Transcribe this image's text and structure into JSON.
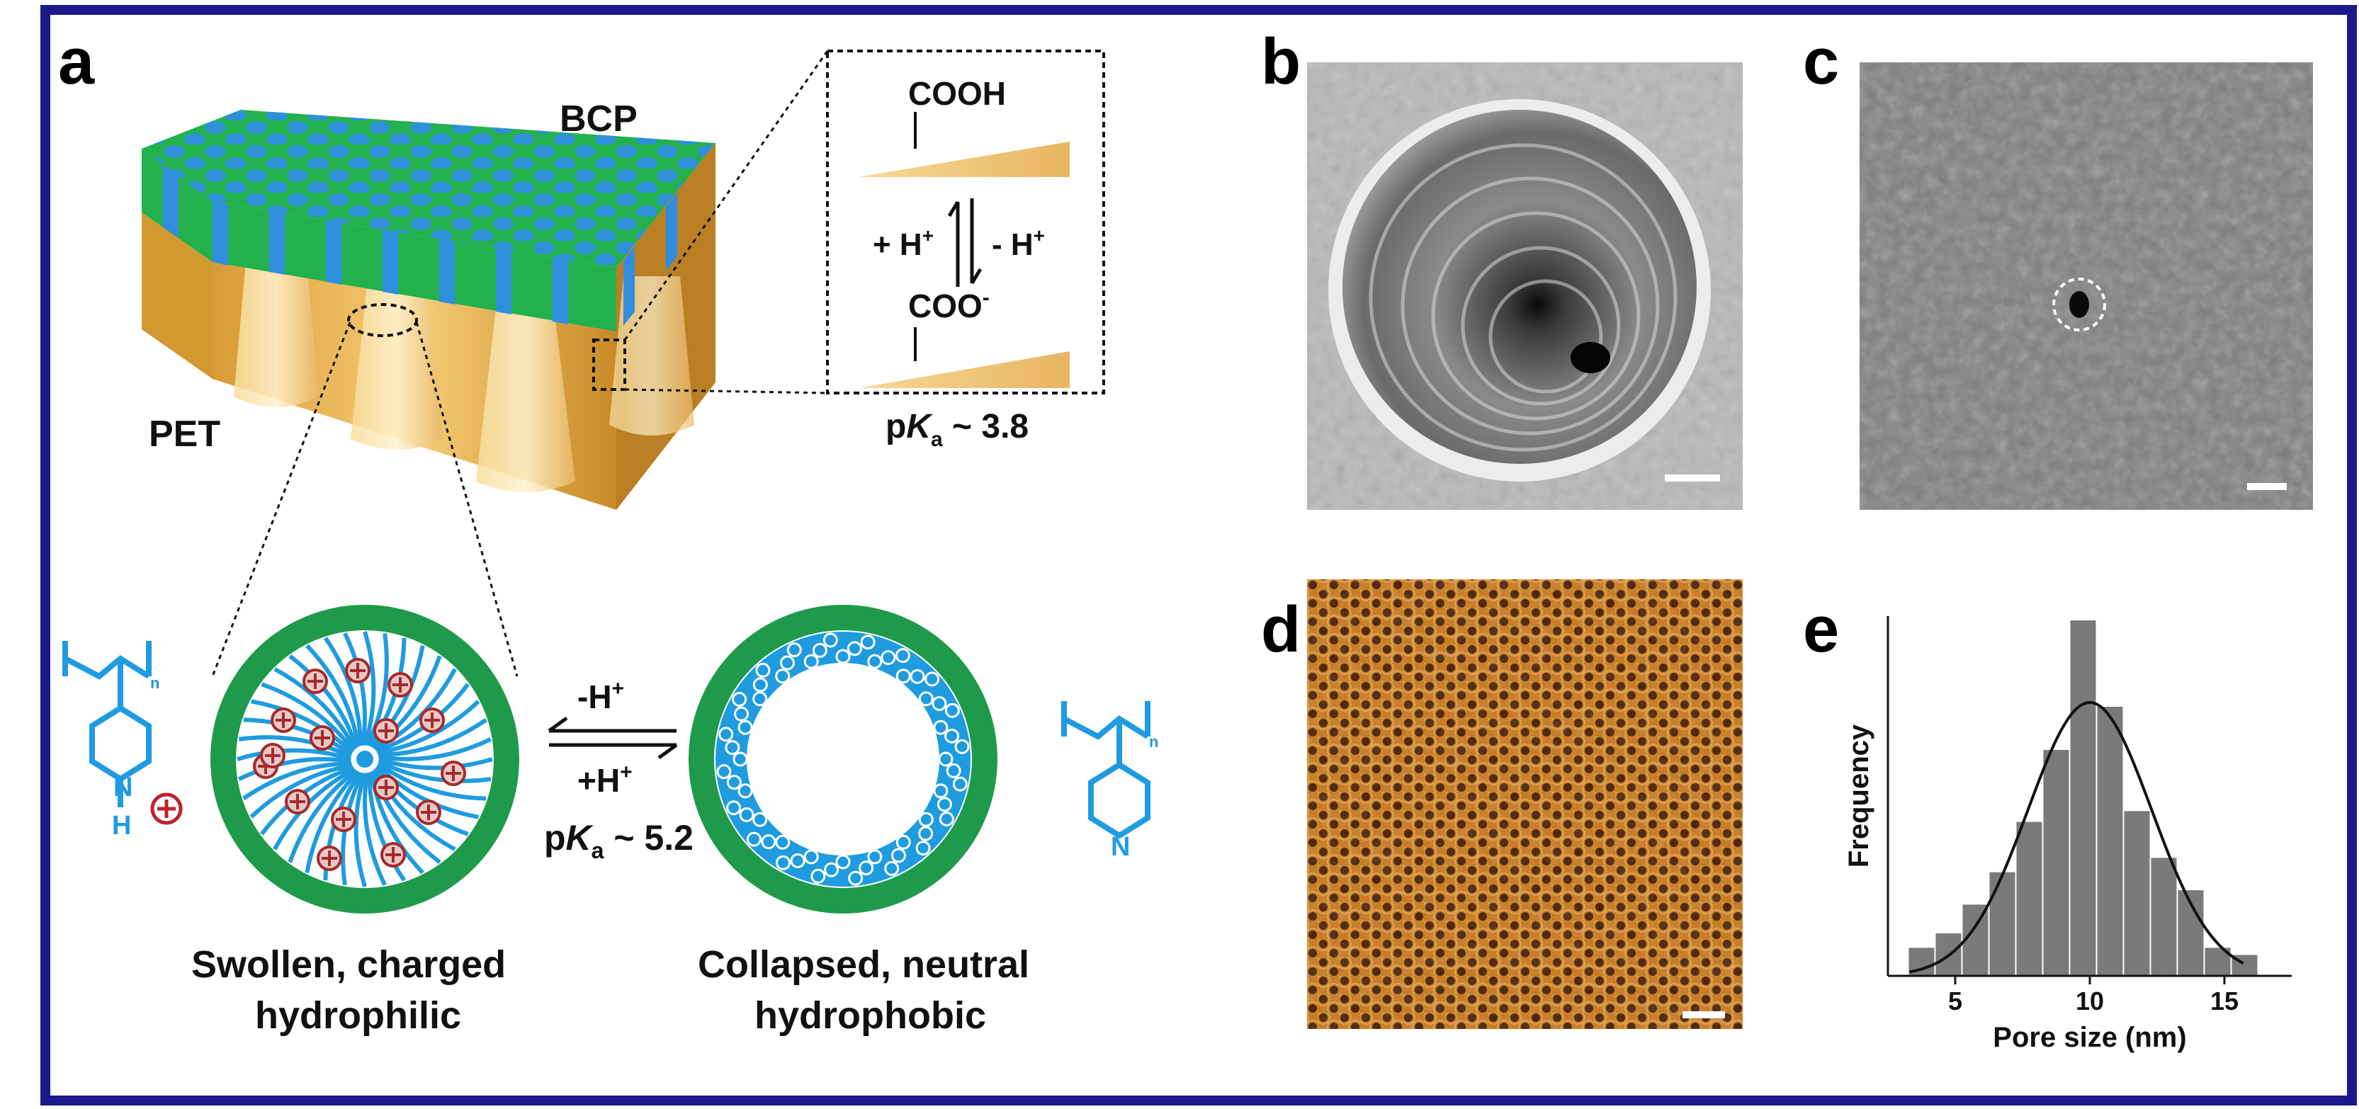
{
  "panels": {
    "a": {
      "letter": "a",
      "layer_top": "BCP",
      "layer_bottom": "PET",
      "inset": {
        "top_group": "COOH",
        "bottom_group": "COO",
        "bottom_superscript": "-",
        "forward_left": "+ H",
        "forward_left_sup": "+",
        "reverse_right": "- H",
        "reverse_right_sup": "+",
        "pka_prefix": "p",
        "pka_italic": "K",
        "pka_sub": "a",
        "pka_value": " ~ 3.8"
      },
      "equilibrium": {
        "top_label": "-H",
        "top_sup": "+",
        "bottom_label": "+H",
        "bottom_sup": "+",
        "pka_prefix": "p",
        "pka_italic": "K",
        "pka_sub": "a",
        "pka_value": " ~ 5.2"
      },
      "state_left": {
        "line1": "Swollen, charged",
        "line2": "hydrophilic"
      },
      "state_right": {
        "line1": "Collapsed, neutral",
        "line2": "hydrophobic"
      },
      "subscript_n": "n"
    },
    "b": {
      "letter": "b"
    },
    "c": {
      "letter": "c"
    },
    "d": {
      "letter": "d"
    },
    "e": {
      "letter": "e"
    }
  },
  "colors": {
    "frame": "#1a1a8c",
    "bcp_green": "#22b14c",
    "pore_blue": "#2f8fde",
    "pet_gold": "#e8b04a",
    "ring_green": "#1e9a4a",
    "brush_blue": "#1f9be0",
    "charge_red": "#a52a2a"
  },
  "chart_data": {
    "type": "bar",
    "title": "",
    "xlabel": "Pore size (nm)",
    "ylabel": "Frequency",
    "x_ticks": [
      5,
      10,
      15
    ],
    "xlim": [
      2.5,
      17.5
    ],
    "ylim": [
      0,
      10
    ],
    "bins": [
      {
        "center": 3.75,
        "value": 0.8
      },
      {
        "center": 4.75,
        "value": 1.2
      },
      {
        "center": 5.75,
        "value": 2.0
      },
      {
        "center": 6.75,
        "value": 2.9
      },
      {
        "center": 7.75,
        "value": 4.3
      },
      {
        "center": 8.75,
        "value": 6.3
      },
      {
        "center": 9.75,
        "value": 9.9
      },
      {
        "center": 10.75,
        "value": 7.5
      },
      {
        "center": 11.75,
        "value": 4.6
      },
      {
        "center": 12.75,
        "value": 3.3
      },
      {
        "center": 13.75,
        "value": 2.4
      },
      {
        "center": 14.75,
        "value": 0.8
      },
      {
        "center": 15.75,
        "value": 0.6
      }
    ],
    "bin_width": 1,
    "fit": {
      "type": "gaussian",
      "mean": 10.0,
      "sigma": 2.3,
      "peak": 7.6
    }
  }
}
